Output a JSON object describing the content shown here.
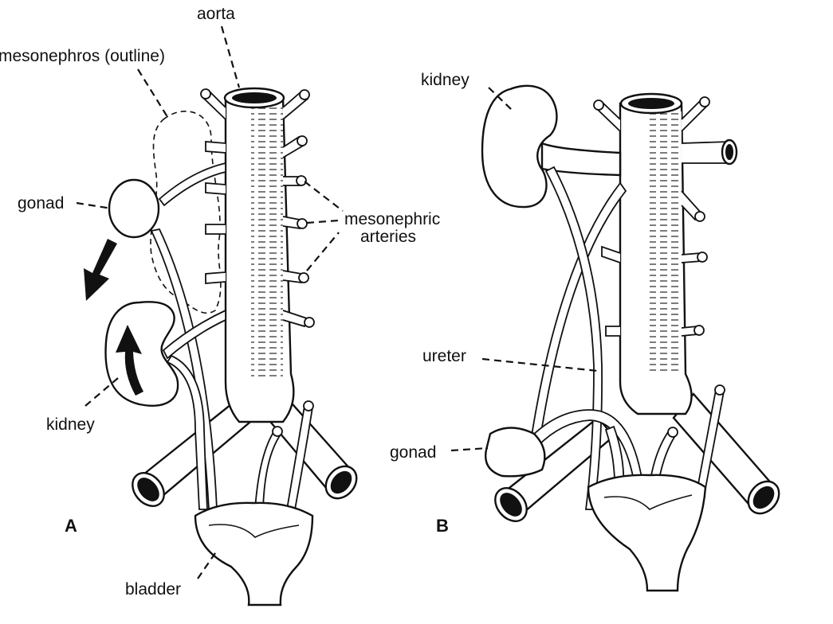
{
  "figure": {
    "title": "Ascent of the kidney and migration of the gonad",
    "panels": [
      {
        "id": "A",
        "letter": "A",
        "labels": {
          "aorta": "aorta",
          "mesonephros": "mesonephros (outline)",
          "gonad": "gonad",
          "mesonephric_arteries_line1": "mesonephric",
          "mesonephric_arteries_line2": "arteries",
          "kidney": "kidney",
          "bladder": "bladder"
        },
        "arrows": [
          {
            "meaning": "gonad descends",
            "direction": "down"
          },
          {
            "meaning": "kidney ascends",
            "direction": "up"
          }
        ]
      },
      {
        "id": "B",
        "letter": "B",
        "labels": {
          "kidney": "kidney",
          "ureter": "ureter",
          "gonad": "gonad"
        }
      }
    ]
  },
  "colors": {
    "ink": "#111111",
    "paper": "#ffffff"
  }
}
